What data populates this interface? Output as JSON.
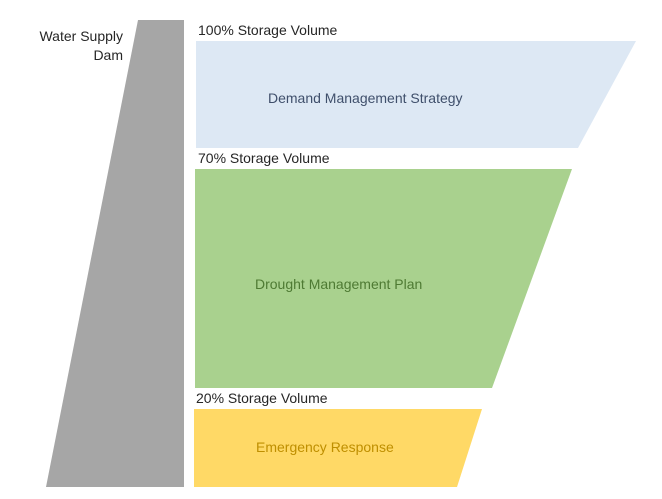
{
  "dam": {
    "label_line1": "Water Supply",
    "label_line2": "Dam",
    "color": "#a6a6a6"
  },
  "levels": [
    {
      "label": "100% Storage Volume"
    },
    {
      "label": "70% Storage Volume"
    },
    {
      "label": "20% Storage Volume"
    }
  ],
  "zones": [
    {
      "label": "Demand Management Strategy",
      "fill": "#dde8f4",
      "text_color": "#3f4f6b"
    },
    {
      "label": "Drought Management Plan",
      "fill": "#a9d18e",
      "text_color": "#4e7a33"
    },
    {
      "label": "Emergency Response",
      "fill": "#ffd966",
      "text_color": "#bf8f00"
    }
  ]
}
